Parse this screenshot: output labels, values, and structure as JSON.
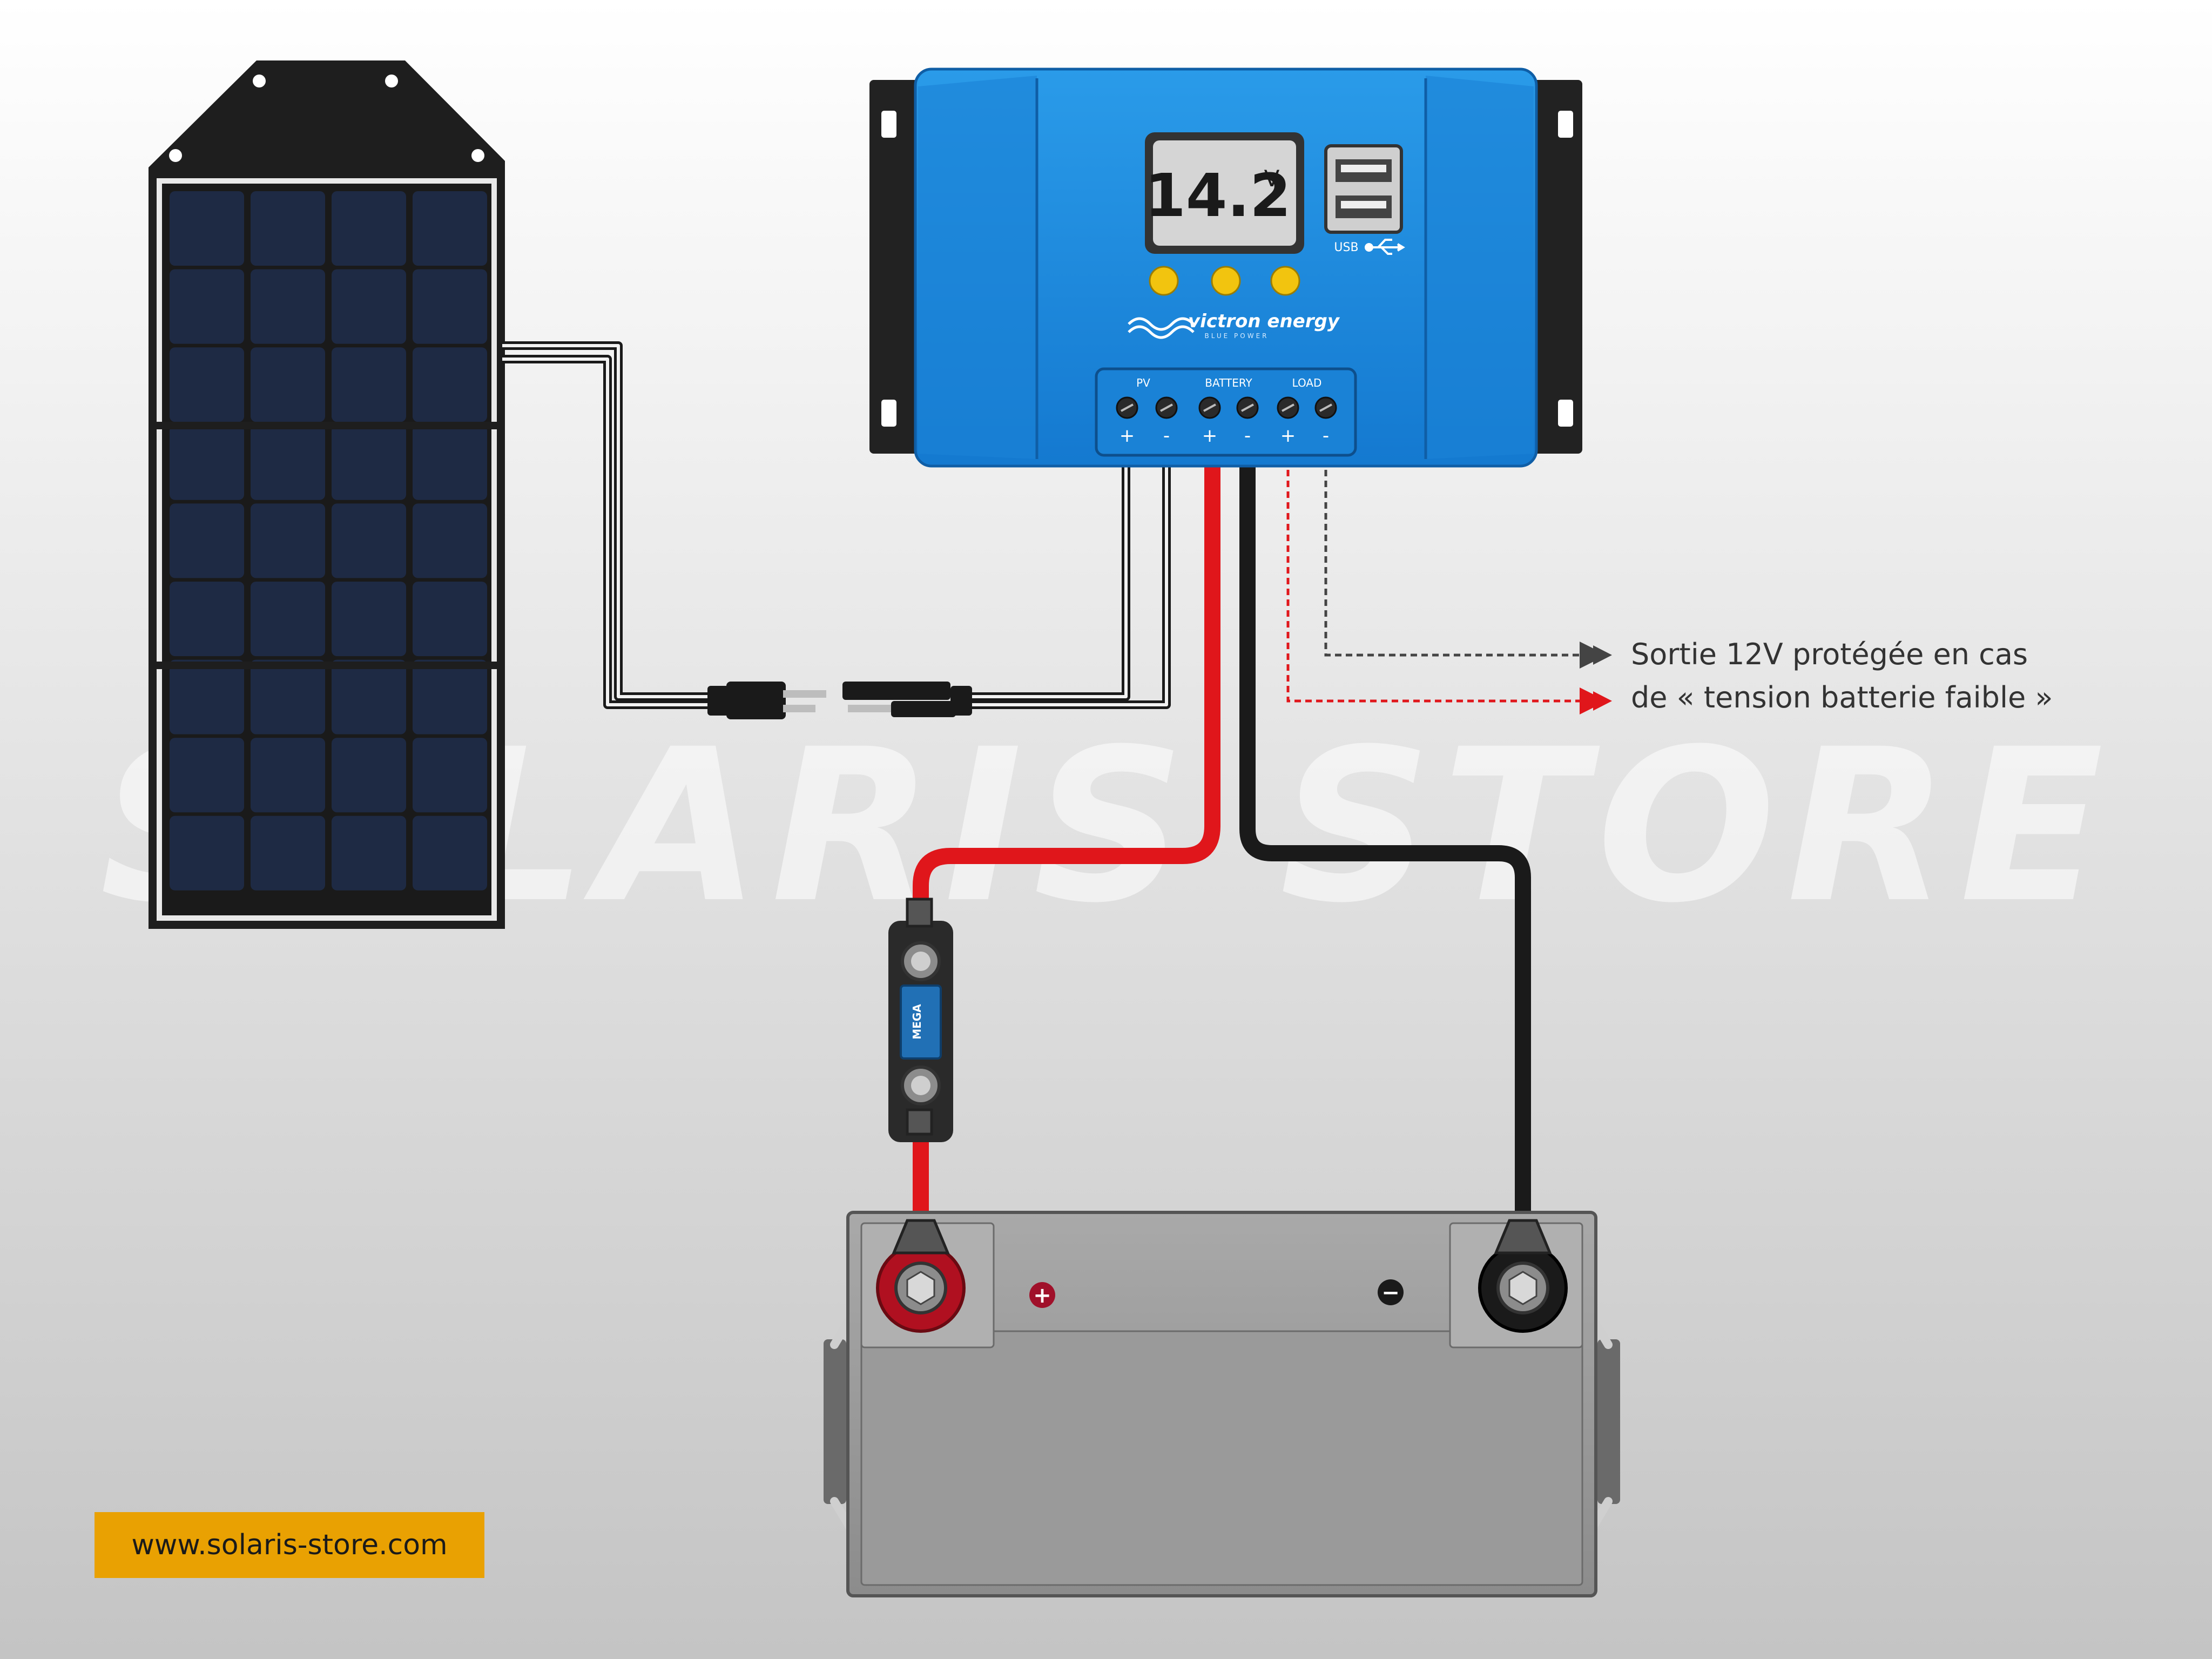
{
  "watermark": "SOLARIS STORE",
  "website_label": "www.solaris-store.com",
  "colors": {
    "brand_orange": "#E9A102",
    "controller_blue": "#1E8FE1",
    "wire_red": "#E0161B",
    "wire_black": "#1a1a1a",
    "battery_gray": "#9a9a9a"
  },
  "controller": {
    "display_value": "14.2",
    "display_unit": "V",
    "brand": "victron energy",
    "brand_tagline": "BLUE POWER",
    "usb_label": "USB",
    "terminal_groups": [
      "PV",
      "BATTERY",
      "LOAD"
    ],
    "terminal_signs": [
      "+",
      "-",
      "+",
      "-",
      "+",
      "-"
    ]
  },
  "fuse": {
    "label": "MEGA"
  },
  "battery": {
    "pos_symbol": "+",
    "neg_symbol": "−"
  },
  "load_note": {
    "line1": "Sortie 12V protégée en cas",
    "line2": "de « tension batterie faible »"
  },
  "icons": [
    "solar-panel-icon",
    "usb-symbol-icon",
    "fuse-icon",
    "battery-icon",
    "arrow-right-icon"
  ]
}
